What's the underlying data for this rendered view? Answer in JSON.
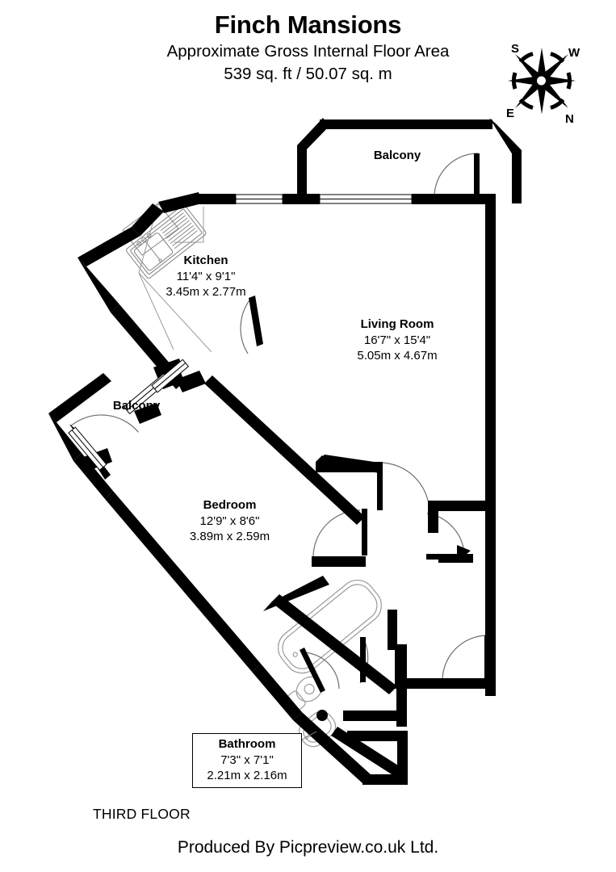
{
  "header": {
    "title": "Finch Mansions",
    "subtitle_line1": "Approximate Gross Internal Floor Area",
    "subtitle_line2": "539 sq. ft / 50.07 sq. m"
  },
  "compass": {
    "name": "compass-rose",
    "labels": {
      "top_left": "S",
      "top_right": "W",
      "bottom_left": "E",
      "bottom_right": "N"
    }
  },
  "rooms": [
    {
      "key": "kitchen",
      "name": "Kitchen",
      "dim_imperial": "11'4\" x 9'1\"",
      "dim_metric": "3.45m x 2.77m"
    },
    {
      "key": "living_room",
      "name": "Living Room",
      "dim_imperial": "16'7\" x 15'4\"",
      "dim_metric": "5.05m x 4.67m"
    },
    {
      "key": "bedroom",
      "name": "Bedroom",
      "dim_imperial": "12'9\" x 8'6\"",
      "dim_metric": "3.89m x 2.59m"
    },
    {
      "key": "bathroom",
      "name": "Bathroom",
      "dim_imperial": "7'3\" x 7'1\"",
      "dim_metric": "2.21m x 2.16m"
    },
    {
      "key": "balcony_main",
      "name": "Balcony",
      "dim_imperial": "",
      "dim_metric": ""
    },
    {
      "key": "balcony_bedroom",
      "name": "Balcony",
      "dim_imperial": "",
      "dim_metric": ""
    }
  ],
  "footer": {
    "floor_name": "THIRD FLOOR",
    "producer": "Produced By Picpreview.co.uk Ltd."
  },
  "colors": {
    "wall": "#000000",
    "background": "#ffffff",
    "fixture_line": "#8a8a8a",
    "door_arc": "#707070"
  },
  "fixtures": [
    {
      "name": "kitchen-sink",
      "room": "kitchen"
    },
    {
      "name": "bath-tub",
      "room": "bathroom"
    },
    {
      "name": "toilet",
      "room": "bathroom"
    },
    {
      "name": "wash-basin",
      "room": "bathroom"
    },
    {
      "name": "floor-marker-dot",
      "room": "bathroom"
    }
  ]
}
